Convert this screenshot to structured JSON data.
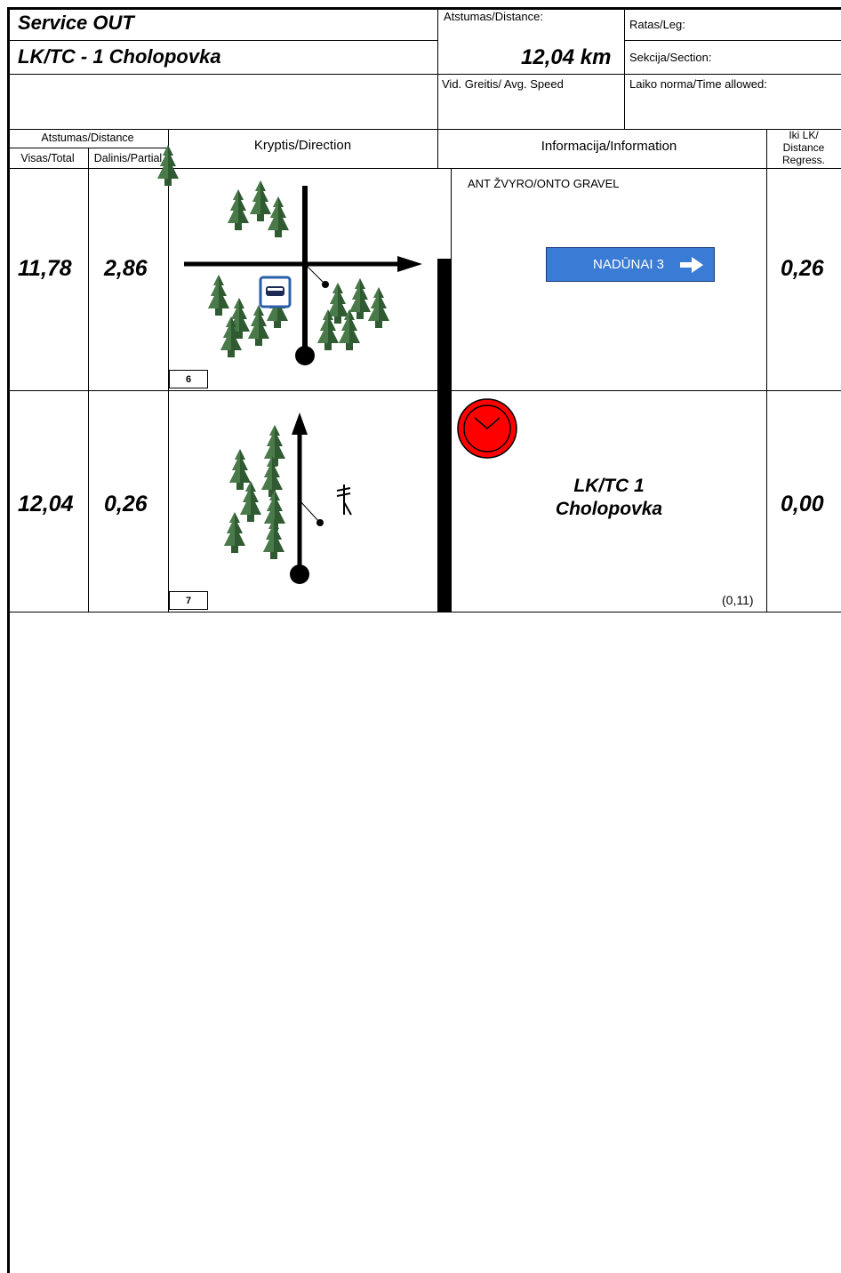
{
  "header": {
    "service_title": "Service OUT",
    "stage_title": "LK/TC - 1 Cholopovka",
    "distance_label": "Atstumas/Distance:",
    "distance_value": "12,04 km",
    "leg_label": "Ratas/Leg:",
    "section_label": "Sekcija/Section:",
    "avg_speed_label": "Vid. Greitis/ Avg. Speed",
    "time_allowed_label": "Laiko norma/Time allowed:"
  },
  "columns": {
    "distance_group": "Atstumas/Distance",
    "total": "Visas/Total",
    "partial": "Dalinis/Partial",
    "direction": "Kryptis/Direction",
    "information": "Informacija/Information",
    "regress_line1": "Iki LK/",
    "regress_line2": "Distance",
    "regress_line3": "Regress."
  },
  "rows": [
    {
      "total": "11,78",
      "partial": "2,86",
      "box_number": "6",
      "info_text": "ANT ŽVYRO/ONTO GRAVEL",
      "sign_text": "NADŪNAI 3",
      "sign_color": "#3a7bd5",
      "icons": [
        "tree-icon",
        "bus-stop-icon",
        "arrow-right-icon"
      ],
      "regress": "0,26"
    },
    {
      "total": "12,04",
      "partial": "0,26",
      "box_number": "7",
      "info_line1": "LK/TC 1",
      "info_line2": "Cholopovka",
      "info_note": "(0,11)",
      "icons": [
        "tree-icon",
        "power-pole-icon",
        "time-control-clock-icon"
      ],
      "clock_color": "#ff0000",
      "regress": "0,00"
    }
  ]
}
